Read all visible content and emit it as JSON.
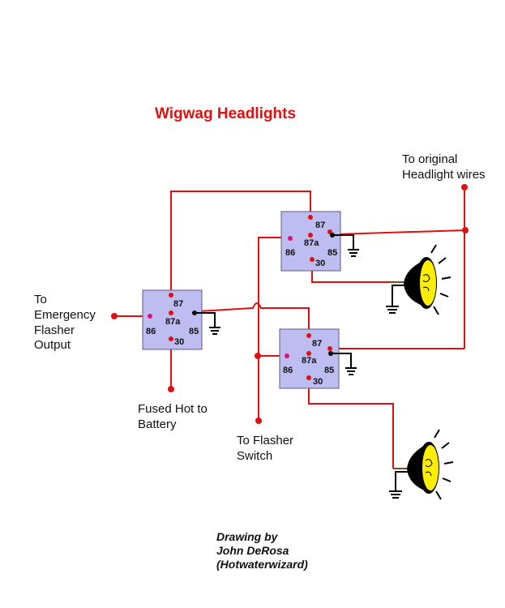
{
  "title": "Wigwag Headlights",
  "labels": {
    "headlight_wires_line1": "To original",
    "headlight_wires_line2": "Headlight wires",
    "emergency_line1": "To",
    "emergency_line2": "Emergency",
    "emergency_line3": "Flasher",
    "emergency_line4": "Output",
    "fused_line1": "Fused Hot to",
    "fused_line2": "Battery",
    "flasher_line1": "To Flasher",
    "flasher_line2": "Switch"
  },
  "credit": {
    "line1": "Drawing by",
    "line2": "John DeRosa",
    "line3": "(Hotwaterwizard)"
  },
  "relays": [
    {
      "pin_87": "87",
      "pin_87a": "87a",
      "pin_86": "86",
      "pin_85": "85",
      "pin_30": "30"
    },
    {
      "pin_87": "87",
      "pin_87a": "87a",
      "pin_86": "86",
      "pin_85": "85",
      "pin_30": "30"
    },
    {
      "pin_87": "87",
      "pin_87a": "87a",
      "pin_86": "86",
      "pin_85": "85",
      "pin_30": "30"
    }
  ],
  "colors": {
    "wire": "#e01010",
    "relay_fill": "#bdbdf2",
    "lamp_fill": "#ffee00",
    "title": "#e01010"
  }
}
